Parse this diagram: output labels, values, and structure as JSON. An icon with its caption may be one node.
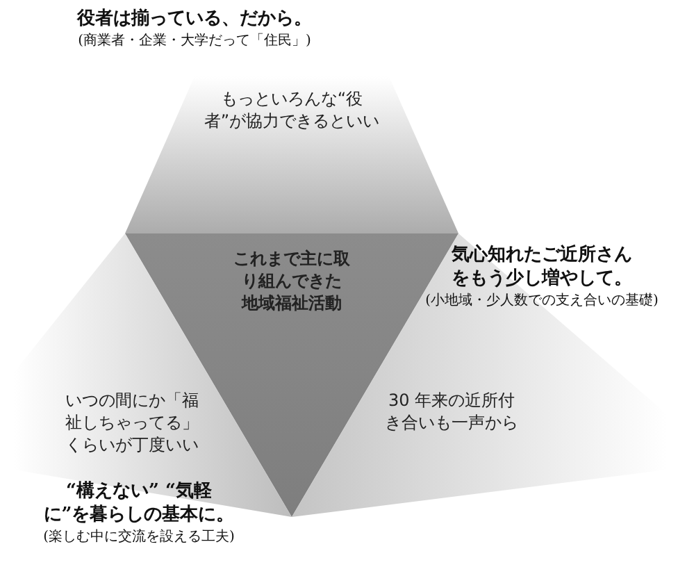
{
  "diagram": {
    "nodes": [
      {
        "text": [
          "もっといろんな“役者”が協力できるといい"
        ],
        "beside": [
          "役者は揃っている、だから。",
          "(商業者・企業・大学だって「住民」)"
        ]
      },
      {
        "text": [
          "これまで主に取り組んできた地域福祉活動"
        ]
      },
      {
        "text": [
          "いつの間にか「福祉しちゃってる」くらいが丁度いい"
        ],
        "beside": [
          "“構えない” “気軽に”を暮らしの基本に。",
          "(楽しむ中に交流を設える工夫)"
        ]
      },
      {
        "text": [
          "30 年来の近所付き合いも一声から"
        ],
        "beside": [
          "気心知れたご近所さんをもう少し増やして。",
          "(小地域・少人数での支え合いの基礎)"
        ]
      }
    ]
  }
}
